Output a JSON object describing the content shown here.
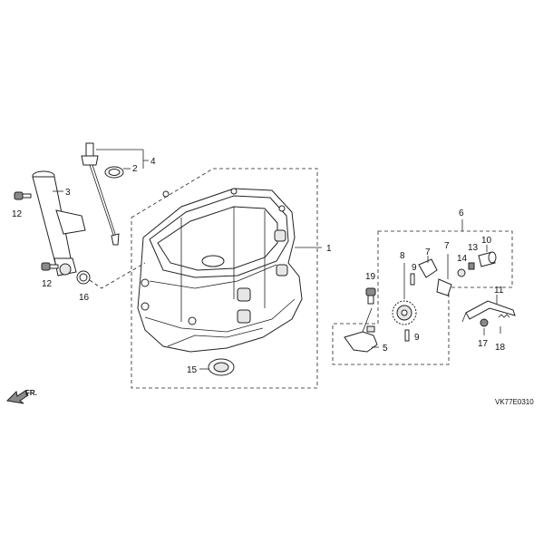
{
  "diagram_code": "VK77E0310",
  "direction_label": "FR.",
  "callouts": {
    "c1": "1",
    "c2": "2",
    "c3": "3",
    "c4": "4",
    "c5": "5",
    "c6": "6",
    "c7a": "7",
    "c7b": "7",
    "c8": "8",
    "c9a": "9",
    "c9b": "9",
    "c10": "10",
    "c11": "11",
    "c12a": "12",
    "c12b": "12",
    "c13": "13",
    "c14": "14",
    "c15": "15",
    "c16": "16",
    "c17": "17",
    "c18": "18",
    "c19": "19"
  }
}
